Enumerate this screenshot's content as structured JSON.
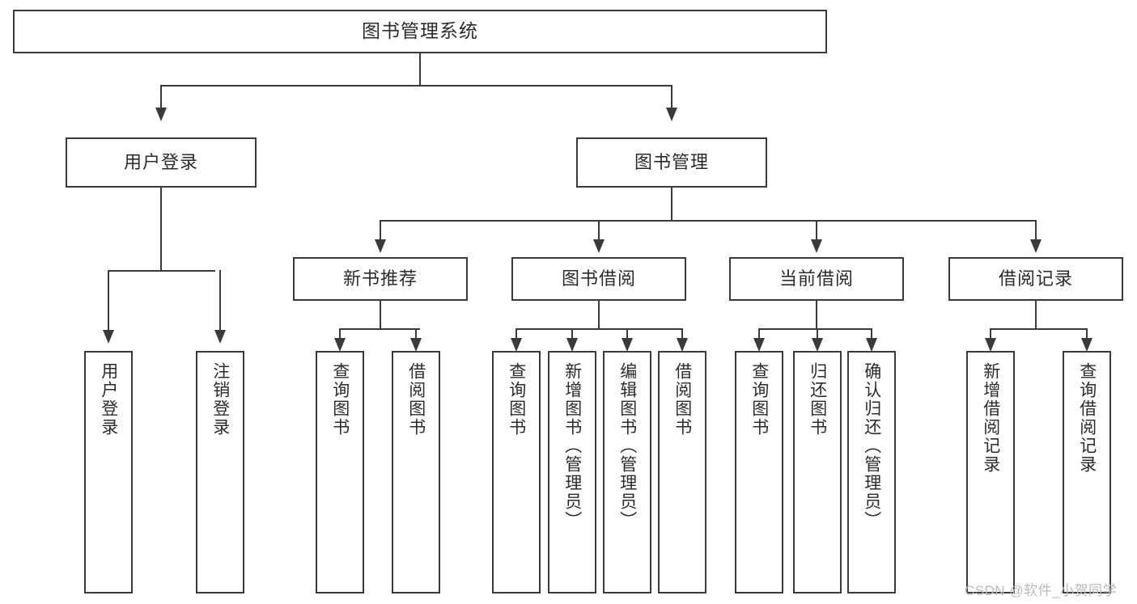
{
  "diagram": {
    "title": "图书管理系统",
    "root": {
      "label": "图书管理系统"
    },
    "level2": [
      {
        "label": "用户登录"
      },
      {
        "label": "图书管理"
      }
    ],
    "level3": [
      {
        "label": "新书推荐"
      },
      {
        "label": "图书借阅"
      },
      {
        "label": "当前借阅"
      },
      {
        "label": "借阅记录"
      }
    ],
    "leaves": {
      "user_login": [
        {
          "label": "用户登录"
        },
        {
          "label": "注销登录"
        }
      ],
      "new_book": [
        {
          "label": "查询图书"
        },
        {
          "label": "借阅图书"
        }
      ],
      "book_borrow": [
        {
          "label": "查询图书"
        },
        {
          "label": "新增图书（管理员）"
        },
        {
          "label": "编辑图书（管理员）"
        },
        {
          "label": "借阅图书"
        }
      ],
      "current_borrow": [
        {
          "label": "查询图书"
        },
        {
          "label": "归还图书"
        },
        {
          "label": "确认归还（管理员）"
        }
      ],
      "borrow_record": [
        {
          "label": "新增借阅记录"
        },
        {
          "label": "查询借阅记录"
        }
      ]
    }
  },
  "watermark": {
    "text": "CSDN @软件_小贺同学"
  },
  "colors": {
    "stroke": "#3a3a3a",
    "text": "#2b2b2b",
    "background": "#ffffff",
    "watermark": "#b9b9b9"
  }
}
